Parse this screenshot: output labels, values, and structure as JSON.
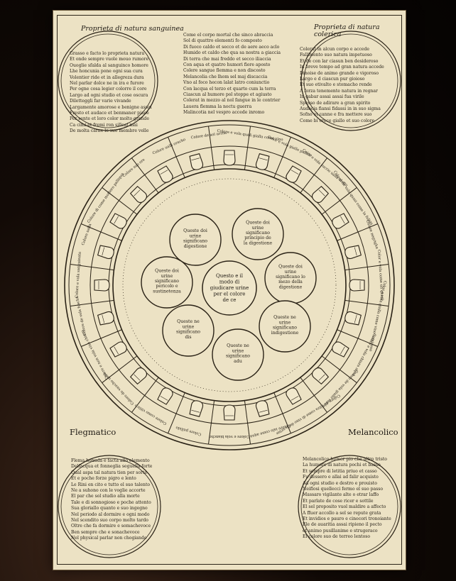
{
  "corners": {
    "top_left_heading": "Proprieta di natura sanguinea",
    "top_right_heading": "Proprieta di natura colerica",
    "bottom_left_heading": "Flegmatico",
    "bottom_right_heading": "Melancolico"
  },
  "sanguine_verses": [
    "Grasso e facto lo proprieta natura",
    "Et onde sempre vuole mouo rumore",
    "Ouoglie sfalda al sanguinco homore",
    "Lhe honcunia pone ogni sua cura",
    "Volentier ride et in allegreza dura",
    "Nel parlar dolce ne in ira e furore",
    "Per ogne cosa legier colorre il core",
    "Largo ad ogni studio et cose oscura",
    "Diletteggli far varie vivande",
    "Largamente amorose e benigne assai",
    "Fresto et audace et benmaner piace",
    "Per sente et loro color molto grande",
    "Ca cimi et fremi ron sillegi mai",
    "De molta carne le sue membre velle"
  ],
  "center_top_verses": [
    "Come el corpo mortal che sinco abraccia",
    "Sol di quattro elementi fo composto",
    "Di fuoco caldo et secco et de aere aeco aclo",
    "Humido et caldo che qua sa nostra a giaccia",
    "Di terra che mai freddo et secco iliaccia",
    "Con aqua et quatro humori fiore aposto",
    "Colere sangue flemma e non discosto",
    "Melancolia che lhom sel maj discaccia",
    "Vno al foco hecon lalat latro coniunctio",
    "Con lacqua el terzo et quarto cum la terra",
    "Ciascun al humore pol stoppe et agiusto",
    "Colerat in mezzo al nol fangue in le contrier",
    "Lauera flemma la noctu guerra",
    "Malincotia nel vespro accede inromo"
  ],
  "choleric_verses": [
    "Colerat in alcun corpo e accede",
    "Fallimento suo natura impetuoso",
    "Et de con lar ciasun ben desideroso",
    "In breve tempo ad gran natura accede",
    "Dinoise de animo grande e vigoroso",
    "Largo e d ciascun pur gioioso",
    "Et suo etivalto e stomacho rende",
    "A forza tenemente natura in regnar",
    "In gabar assai assai fua virile",
    "Spesso de adirare a gran spirito",
    "Audacia fiansi fidassi in in suo sigma",
    "Sofno et canne e fra mettere suo",
    "Come bi croce giallo et suo colore"
  ],
  "phlegmatic_verses": [
    "Flema honuda e facta allo elemento",
    "Delfacqua et fonneglia seguella forte",
    "Qual aspa tal natura tien per sorte",
    "Et e poche forze pigro e lento",
    "Le Rini en cito e tutto el suo talento",
    "Ne a suhono con le voglie accorte",
    "El par che sol studio alla morte",
    "Tale e di sonnogioso e poche attento",
    "Sua gloriallo quanto e suo ingegno",
    "Nel periodo al dormire e ogni modo",
    "Nel scendito suo corpo molto tardo",
    "Oltre che fa dormire e somachevoce",
    "Ben sempre che e sonachevoce",
    "Nel physical parlar non chogiando"
  ],
  "melancholic_verses": [
    "Melancolico humor pio che altro tristo",
    "La humore di natura pochi et basso",
    "Et sempre di letitia priuo et casso",
    "Fu dessero e allai ad falir acquisto",
    "Ad ogni studio e destro e prouisto",
    "Neiflosi quellecci fermo el suo passo",
    "Massaro vigilante alte o etrar laffo",
    "Et parlate de cose ricer e sottile",
    "El sel proposito vuol maldire a affecto",
    "A ffuer accollo a sel se repute grata",
    "Et invidios e pauro e cinocori tronoiante",
    "Ele de auaritia assai ripieno il pecto",
    "et animo pusillanime e strugeraco",
    "El colore suo de terreo lentoso"
  ],
  "center": {
    "main": "Questo e il modo di giudicare urine per el colore de ce",
    "sub_1": "Queste doi urine significano digestione",
    "sub_2": "Queste doi urine significano principio de la digestione",
    "sub_3": "Queste doi urine significano lo mezo della digestione",
    "sub_4": "Queste ne urine significano indigestione",
    "sub_5": "Queste ne urine significano adu",
    "sub_6": "Queste ne urine significano dis",
    "sub_7": "Queste doi urine significano pericolo e sustinetenza"
  },
  "outer_ring_labels": [
    "Colore e vola quali gialla come vino",
    "Color e vola giallo pallido",
    "Color e vola sucrio ualla aletto",
    "Colore de vola quasi come la fuliga",
    "Colore negrigha",
    "Color e vola come un quasi",
    "Color e vola gialla come vino tomiseno",
    "Colore e vola chiara aqua",
    "Colore de vola giallo verde",
    "Colore de altra come di vino della urine",
    "Colore ialo come aqua",
    "Colore e vola biancho",
    "Colore pallido",
    "Colore como vittico",
    "Colore de vaucho uolla",
    "Colore e non vola vina chiaro",
    "Colore de vola fuscha",
    "Colore e vola sanguinata",
    "Colore ualla",
    "Colore di come mottero palliqua",
    "Colore suo ore",
    "Colore ualli oracho",
    "Colore de sol urrna"
  ]
}
